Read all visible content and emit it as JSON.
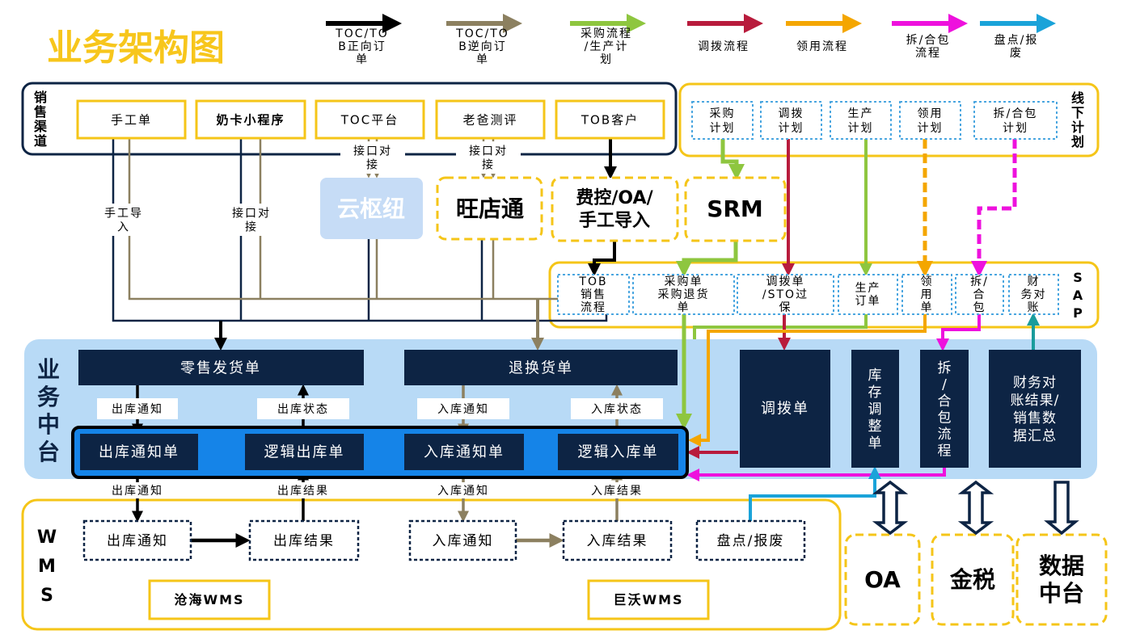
{
  "title": "业务架构图",
  "colors": {
    "navy": "#0d2444",
    "yellow": "#f5c518",
    "title_yellow": "#f7c61c",
    "black": "#000000",
    "olive": "#8c8060",
    "green": "#8ec63f",
    "crimson": "#b81b3c",
    "orange": "#f4a600",
    "magenta": "#ee11dd",
    "cyan": "#1aa3d9",
    "light_blue_band": "#b8daf6",
    "blue_bar": "#1584e8",
    "teal": "#1a9c9c",
    "sky": "#4aa6e0"
  },
  "legend": [
    {
      "label": "TOC/TOB正向订单",
      "lines": [
        "TOC/TO",
        "B正向订",
        "单"
      ],
      "color": "#000000"
    },
    {
      "label": "TOC/TOB逆向订单",
      "lines": [
        "TOC/TO",
        "B逆向订",
        "单"
      ],
      "color": "#8c8060"
    },
    {
      "label": "采购流程/生产计划",
      "lines": [
        "采购流程",
        "/生产计",
        "划"
      ],
      "color": "#8ec63f"
    },
    {
      "label": "调拨流程",
      "lines": [
        "调拨流程"
      ],
      "color": "#b81b3c"
    },
    {
      "label": "领用流程",
      "lines": [
        "领用流程"
      ],
      "color": "#f4a600"
    },
    {
      "label": "拆/合包流程",
      "lines": [
        "拆/合包",
        "流程"
      ],
      "color": "#ee11dd"
    },
    {
      "label": "盘点/报废",
      "lines": [
        "盘点/报",
        "废"
      ],
      "color": "#1aa3d9"
    }
  ],
  "sales": {
    "group_label": [
      "销",
      "售",
      "渠",
      "道"
    ],
    "items": [
      "手工单",
      "奶卡小程序",
      "TOC平台",
      "老爸测评",
      "TOB客户"
    ]
  },
  "offline": {
    "group_label": [
      "线",
      "下",
      "计",
      "划"
    ],
    "items": [
      [
        "采购",
        "计划"
      ],
      [
        "调拨",
        "计划"
      ],
      [
        "生产",
        "计划"
      ],
      [
        "领用",
        "计划"
      ],
      [
        "拆/合包",
        "计划"
      ]
    ]
  },
  "edge_labels": {
    "manual_import": [
      "手工导",
      "入"
    ],
    "api_left": [
      "接口对",
      "接"
    ],
    "api_toc": [
      "接口对",
      "接"
    ],
    "api_laoba": [
      "接口对",
      "接"
    ]
  },
  "middle": {
    "yunshuniu": "云枢纽",
    "wangdiantong": "旺店通",
    "feikong": [
      "费控/OA/",
      "手工导入"
    ],
    "srm": "SRM"
  },
  "sap": {
    "group_label": [
      "S",
      "A",
      "P"
    ],
    "items": [
      [
        "TOB",
        "销售",
        "流程"
      ],
      [
        "采购单",
        "采购退货",
        "单"
      ],
      [
        "调拨单",
        "/STO过",
        "保"
      ],
      [
        "生产",
        "订单"
      ],
      [
        "领",
        "用",
        "单"
      ],
      [
        "拆/",
        "合",
        "包"
      ],
      [
        "财",
        "务对",
        "账"
      ]
    ]
  },
  "biz": {
    "group_label": [
      "业",
      "务",
      "中",
      "台"
    ],
    "retail": "零售发货单",
    "return": "退换货单",
    "bar": [
      "出库通知单",
      "逻辑出库单",
      "入库通知单",
      "逻辑入库单"
    ],
    "transfer": "调拨单",
    "inventory": [
      "库",
      "存",
      "调",
      "整",
      "单"
    ],
    "split": [
      "拆",
      "/",
      "合",
      "包",
      "流",
      "程"
    ],
    "finance": [
      "财务对",
      "账结果/",
      "销售数",
      "据汇总"
    ],
    "flow_labels": [
      "出库通知",
      "出库状态",
      "入库通知",
      "入库状态"
    ]
  },
  "bottom_labels": [
    "出库通知",
    "出库结果",
    "入库通知",
    "入库结果"
  ],
  "wms": {
    "group_label": [
      "W",
      "M",
      "S"
    ],
    "items": [
      "出库通知",
      "出库结果",
      "入库通知",
      "入库结果",
      "盘点/报废"
    ],
    "cangha": "沧海WMS",
    "juwo": "巨沃WMS"
  },
  "externals": [
    "OA",
    "金税",
    [
      "数据",
      "中台"
    ]
  ]
}
